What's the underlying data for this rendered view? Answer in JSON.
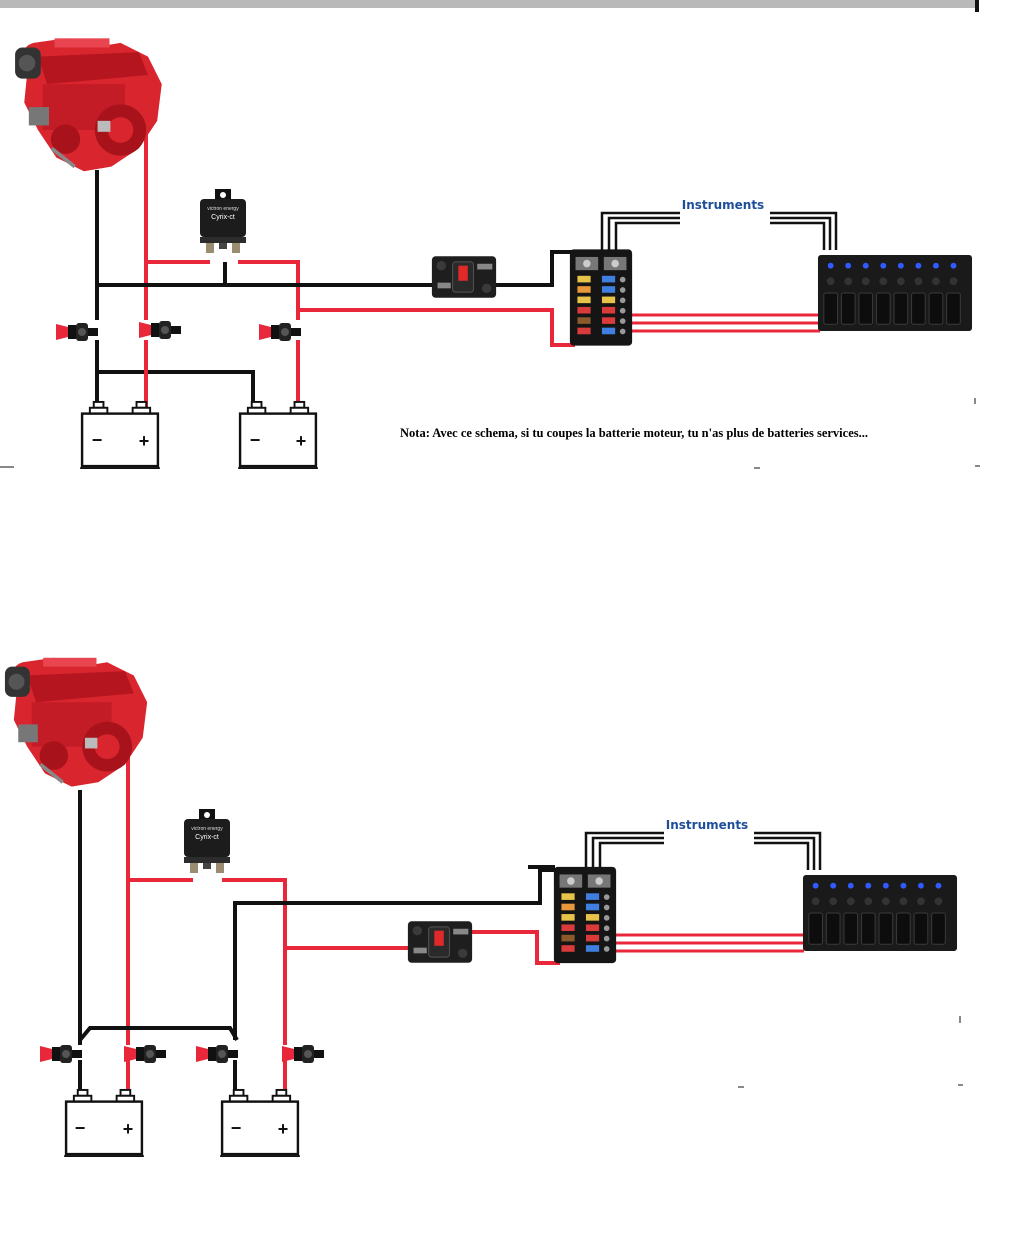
{
  "diagram_top": {
    "instruments_label": "Instruments",
    "note": "Nota: Avec ce schema, si tu coupes la batterie moteur,  tu n'as plus de batteries services...",
    "relay": {
      "brand": "victron energy",
      "model": "Cyrix-ct"
    },
    "battery_left": {
      "minus": "−",
      "plus": "+"
    },
    "battery_right": {
      "minus": "−",
      "plus": "+"
    }
  },
  "diagram_bottom": {
    "instruments_label": "Instruments",
    "relay": {
      "brand": "victron energy",
      "model": "Cyrix-ct"
    },
    "battery_left": {
      "minus": "−",
      "plus": "+"
    },
    "battery_right": {
      "minus": "−",
      "plus": "+"
    }
  },
  "colors": {
    "wire_positive": "#e8283a",
    "wire_negative": "#111111",
    "engine": "#d9252e",
    "instruments_label": "#1f4e9a",
    "switch_led": "#2f5bff"
  }
}
